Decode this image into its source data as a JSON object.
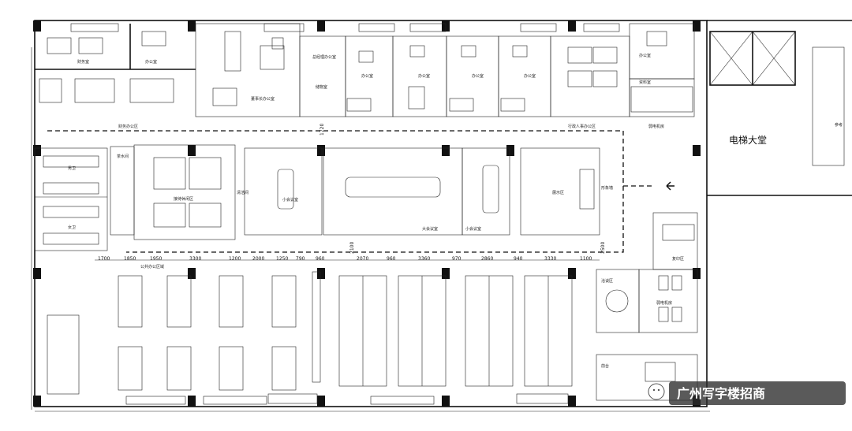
{
  "rooms": {
    "finance": "财务室",
    "office_left": "办公室",
    "chairman": "董事长办公室",
    "general_mgr": "总经理办公室",
    "storage": "储物室",
    "office_a": "办公室",
    "office_b": "办公室",
    "office_c": "办公室",
    "office_d": "办公室",
    "office_right": "办公室",
    "archive": "资料室",
    "finance_area": "财务办公区",
    "admin_area": "行政人事办公区",
    "water_bar": "茶水间",
    "mens_wc": "男卫",
    "womens_wc": "女卫",
    "clean_room": "清洁间",
    "reception_lounge": "接待休闲区",
    "small_meeting_left": "小会议室",
    "big_meeting": "大会议室",
    "small_meeting_right": "小会议室",
    "display": "展示区",
    "image_wall": "形象墙",
    "elevator_lobby": "电梯大堂",
    "weak_current": "弱电机房",
    "public_office": "公共办公区域",
    "negotiation": "洽谈区",
    "server_room": "弱电机房",
    "reception": "前台",
    "copy": "复印区",
    "ref": "参考"
  },
  "dimensions": [
    "1700",
    "1850",
    "1950",
    "3300",
    "1200",
    "2000",
    "1250",
    "790",
    "960",
    "2070",
    "960",
    "3360",
    "970",
    "2860",
    "940",
    "3330",
    "1100"
  ],
  "side_dims": [
    "1720",
    "2100",
    "2500"
  ],
  "watermark": "广州写字楼招商"
}
